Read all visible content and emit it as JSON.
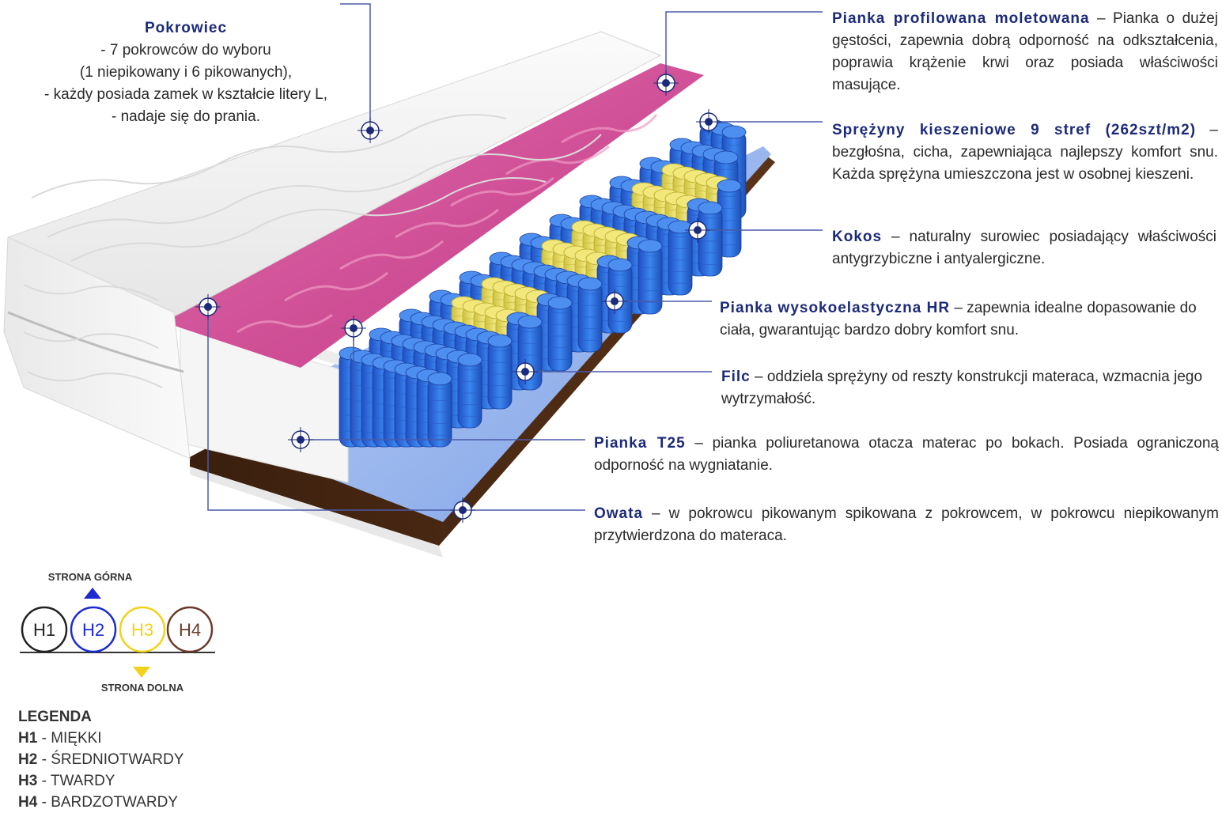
{
  "callouts": {
    "pokrowiec": {
      "title": "Pokrowiec",
      "lines": [
        "- 7 pokrowców do wyboru",
        "(1 niepikowany i 6 pikowanych),",
        "-  każdy posiada zamek w kształcie litery L,",
        "- nadaje się do prania."
      ]
    },
    "profil": {
      "title": "Pianka profilowana moletowana",
      "text": " – Pianka o dużej gęstości, zapewnia dobrą odporność na odkształcenia, poprawia krążenie krwi oraz posiada właściwości masujące."
    },
    "sprezyny": {
      "title": "Sprężyny kieszeniowe 9 stref (262szt/m2)",
      "text": " – bezgłośna, cicha, zapewniająca najlepszy komfort snu. Każda sprężyna umieszczona jest w osobnej kieszeni."
    },
    "kokos": {
      "title": "Kokos",
      "text": " – naturalny surowiec posiadający właściwości antygrzybiczne i antyalergiczne."
    },
    "hr": {
      "title": "Pianka wysokoelastyczna HR",
      "text": " – zapewnia idealne dopasowanie do ciała, gwarantując bardzo dobry komfort snu."
    },
    "filc": {
      "title": "Filc",
      "text": " – oddziela sprężyny od reszty konstrukcji materaca, wzmacnia jego wytrzymałość."
    },
    "t25": {
      "title": "Pianka T25",
      "text": " – pianka poliuretanowa otacza materac po bokach. Posiada ograniczoną odporność na wygniatanie."
    },
    "owata": {
      "title": "Owata",
      "text": " – w pokrowcu pikowanym spikowana z pokrowcem, w pokrowcu niepikowanym przytwierdzona do materaca."
    }
  },
  "hardness": {
    "top_label": "STRONA GÓRNA",
    "bottom_label": "STRONA DOLNA",
    "circles": [
      {
        "label": "H1",
        "color": "#222222",
        "text_color": "#222222"
      },
      {
        "label": "H2",
        "color": "#1b2bd0",
        "text_color": "#1b2bd0"
      },
      {
        "label": "H3",
        "color": "#f2d21a",
        "text_color": "#f2d21a"
      },
      {
        "label": "H4",
        "color": "#6b3a2a",
        "text_color": "#6b3a2a"
      }
    ],
    "top_marker_color": "#1b2bd0",
    "bottom_marker_color": "#f2d21a"
  },
  "legend": {
    "title": "LEGENDA",
    "items": [
      {
        "code": "H1",
        "sep": " - ",
        "name": "MIĘKKI"
      },
      {
        "code": "H2",
        "sep": " - ",
        "name": "ŚREDNIOTWARDY"
      },
      {
        "code": "H3",
        "sep": " - ",
        "name": "TWARDY"
      },
      {
        "code": "H4",
        "sep": " - ",
        "name": "BARDZOTWARDY"
      }
    ]
  },
  "colors": {
    "title_blue": "#1c2a7a",
    "callout_line": "#4a5aa8",
    "cover_white": "#f4f4f4",
    "pink_foam": "#d24d96",
    "spring_blue": "#2466d8",
    "spring_yellow": "#e7dc5a",
    "felt_blue": "#8fb0ee",
    "coconut_brown": "#4a2a14",
    "foam_white": "#f8f8f8"
  }
}
